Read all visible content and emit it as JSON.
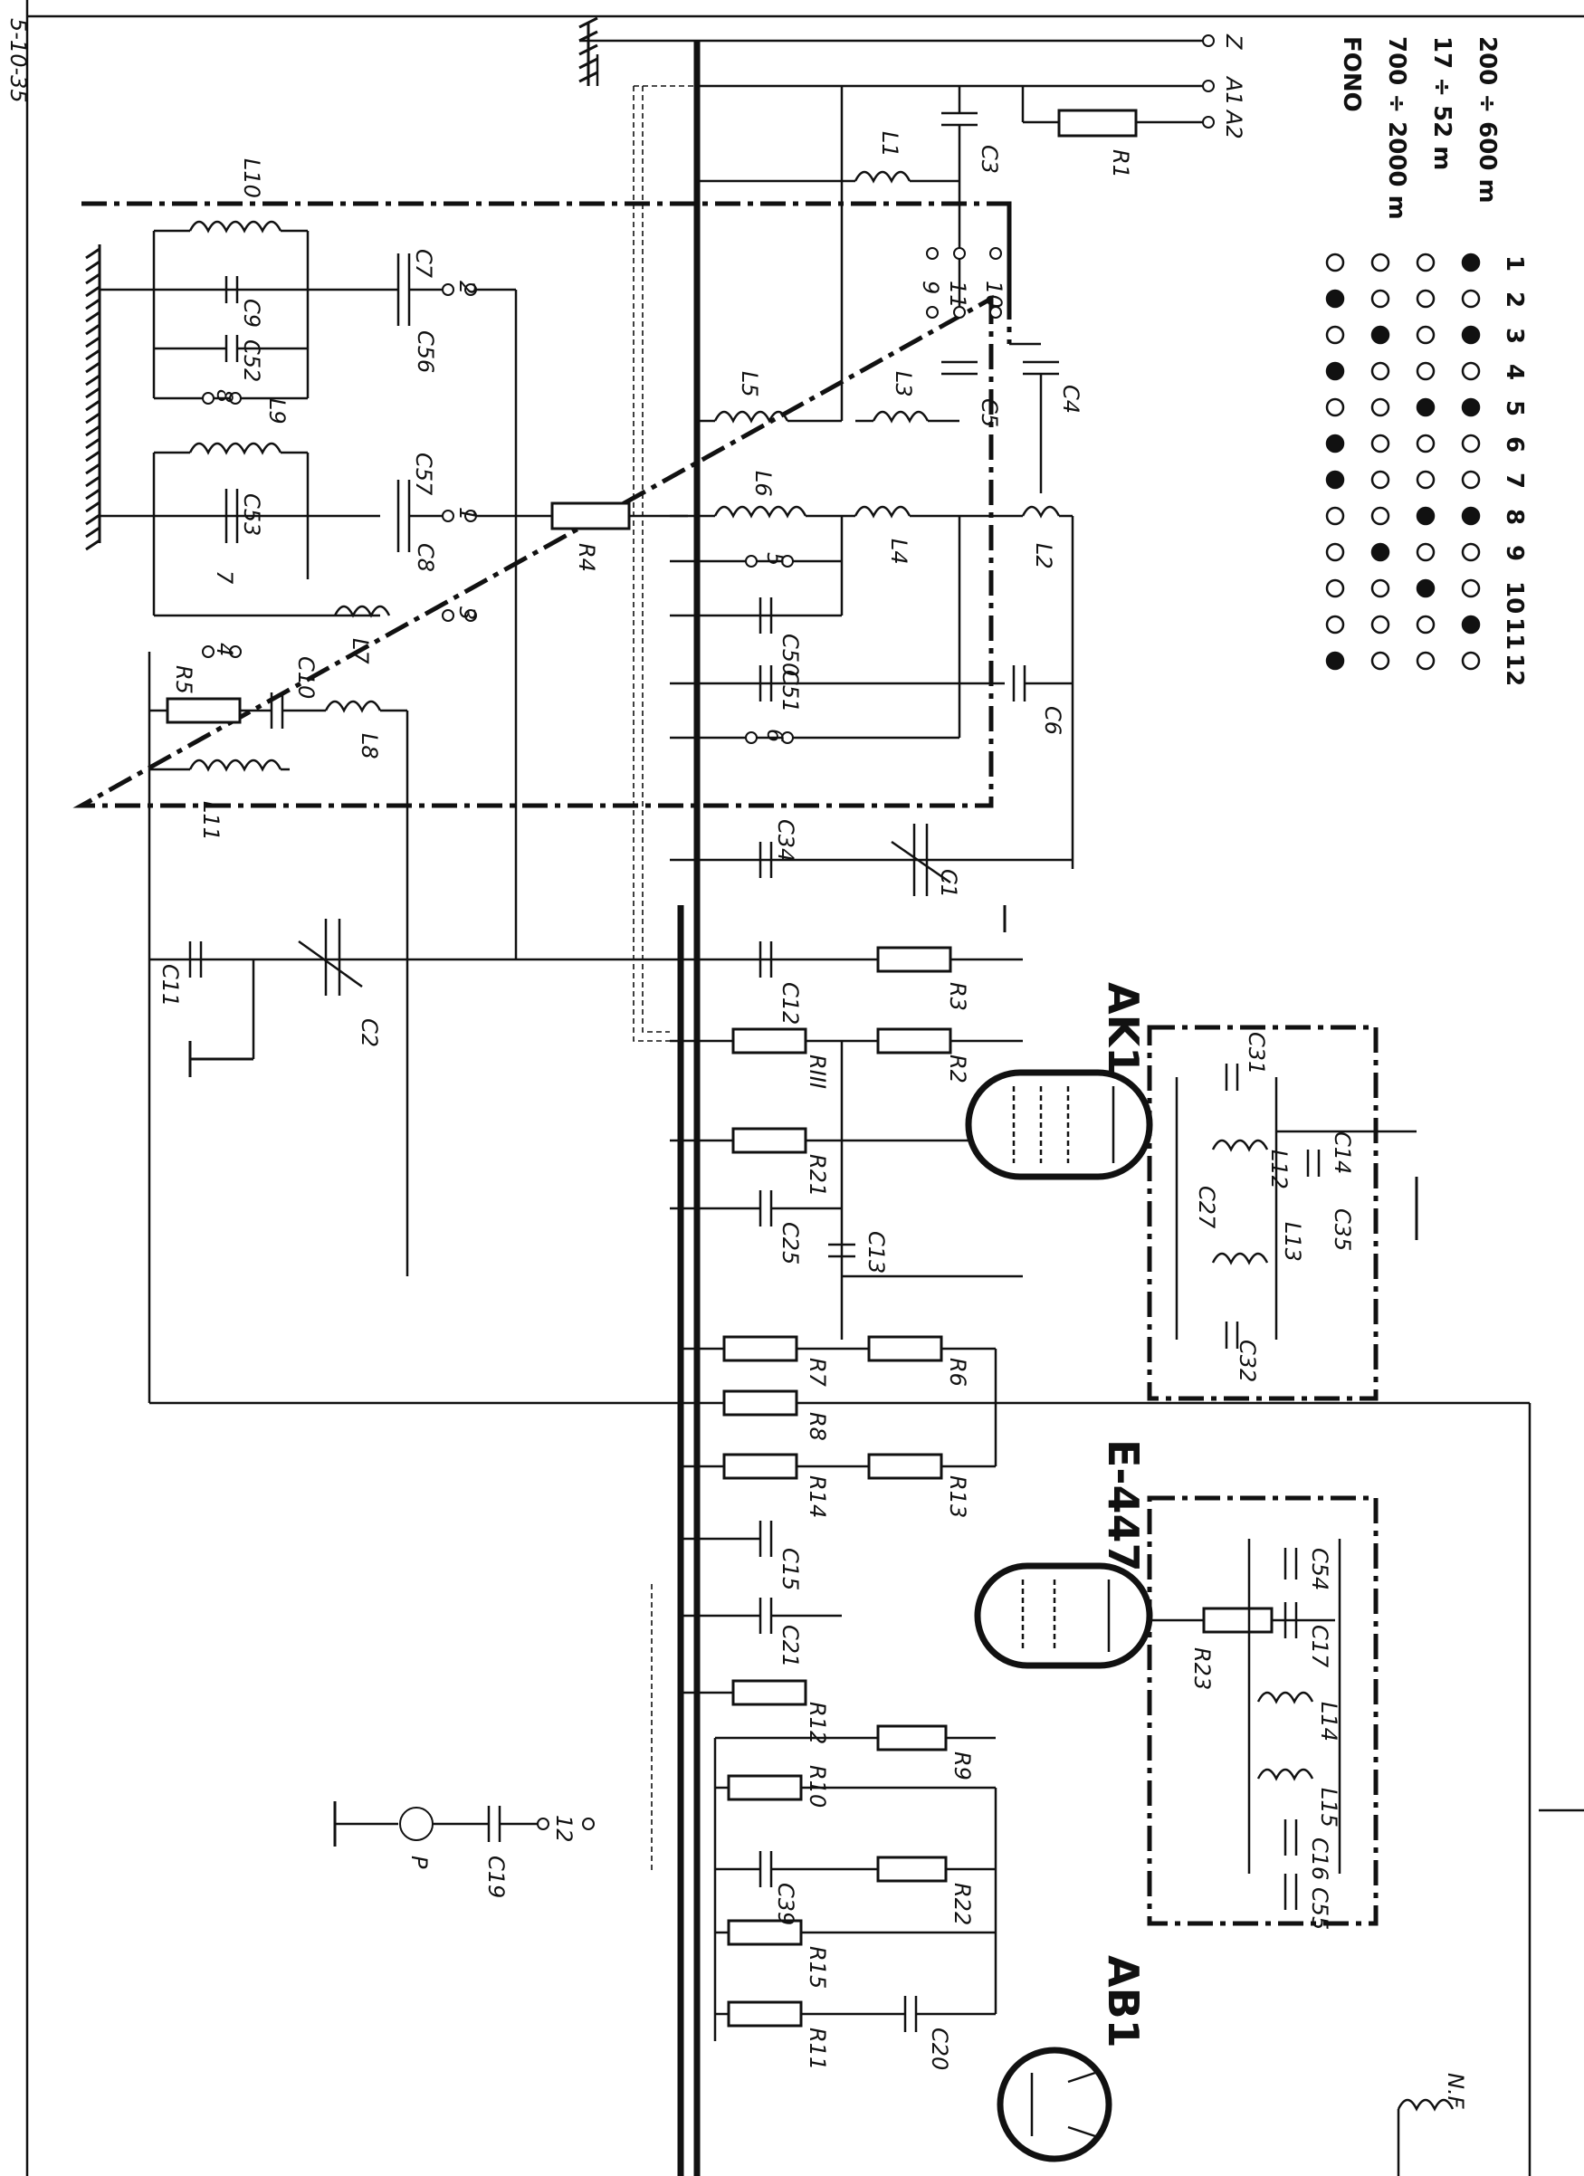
{
  "margin_note": "5-10-35",
  "terminals": [
    "Z",
    "A1",
    "A2"
  ],
  "switch_table": {
    "columns": [
      "1",
      "2",
      "3",
      "4",
      "5",
      "6",
      "7",
      "8",
      "9",
      "10",
      "11",
      "12"
    ],
    "rows": [
      {
        "label": "200 ÷ 600 m",
        "fills": [
          1,
          0,
          1,
          0,
          1,
          0,
          0,
          1,
          0,
          0,
          1,
          0
        ]
      },
      {
        "label": "17 ÷ 52 m",
        "fills": [
          0,
          0,
          0,
          0,
          1,
          0,
          0,
          1,
          0,
          1,
          0,
          0
        ]
      },
      {
        "label": "700 ÷ 2000 m",
        "fills": [
          0,
          0,
          1,
          0,
          0,
          0,
          0,
          0,
          1,
          0,
          0,
          0
        ]
      },
      {
        "label": "FONO",
        "fills": [
          0,
          1,
          0,
          1,
          0,
          1,
          1,
          0,
          0,
          0,
          0,
          1
        ]
      }
    ]
  },
  "tubes": {
    "t1": "AK1",
    "t2": "E-447",
    "t3": "AB1"
  },
  "labels": {
    "R1": "R1",
    "R4": "R4",
    "R5": "R5",
    "R3": "R3",
    "R2": "R2",
    "RIII": "RIII",
    "R21": "R21",
    "R7": "R7",
    "R6": "R6",
    "R8": "R8",
    "R14": "R14",
    "R13": "R13",
    "R12": "R12",
    "R23": "R23",
    "R9": "R9",
    "R10": "R10",
    "R22": "R22",
    "R15": "R15",
    "R11": "R11",
    "C3": "C3",
    "C4": "C4",
    "C5": "C5",
    "C6": "C6",
    "C7": "C7",
    "C8": "C8",
    "C9": "C9",
    "C10": "C10",
    "C11": "C11",
    "C2": "C2",
    "C1": "C1",
    "C12": "C12",
    "C13": "C13",
    "C25": "C25",
    "C15": "C15",
    "C21": "C21",
    "C19": "C19",
    "C20": "C20",
    "C34": "C34",
    "C50": "C50",
    "C51": "C51",
    "C52": "C52",
    "C53": "C53",
    "C56": "C56",
    "C57": "C57",
    "C31": "C31",
    "C14": "C14",
    "C27": "C27",
    "C35": "C35",
    "C32": "C32",
    "C54": "C54",
    "C17": "C17",
    "C16": "C16",
    "C55": "C55",
    "C39": "C39",
    "L1": "L1",
    "L2": "L2",
    "L3": "L3",
    "L4": "L4",
    "L5": "L5",
    "L6": "L6",
    "L7": "L7",
    "L8": "L8",
    "L9": "L9",
    "L10": "L10",
    "L11": "L11",
    "L12": "L12",
    "L13": "L13",
    "L14": "L14",
    "L15": "L15",
    "P": "P",
    "NF": "N.F"
  },
  "contacts": [
    "1",
    "2",
    "3",
    "4",
    "5",
    "6",
    "7",
    "8",
    "9",
    "10",
    "11",
    "12"
  ]
}
